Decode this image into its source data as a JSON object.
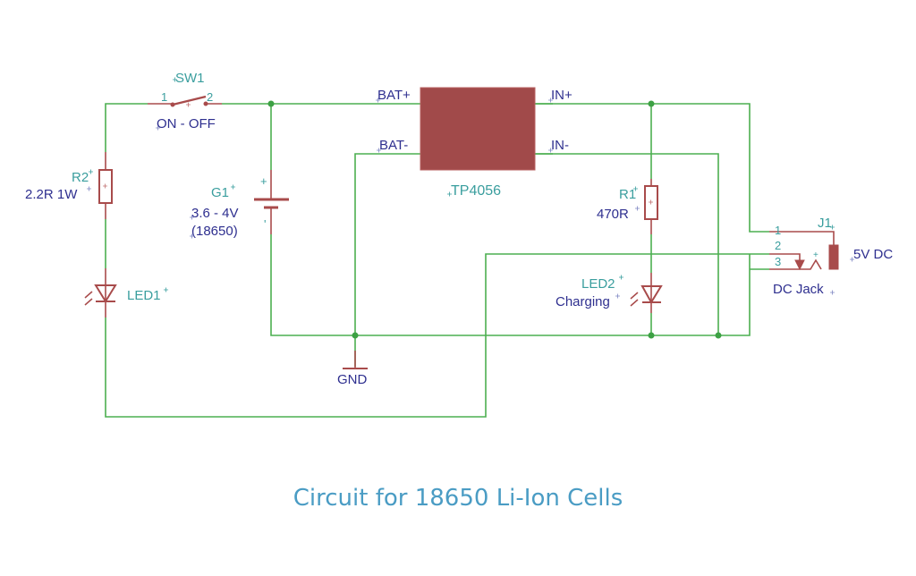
{
  "caption": "Circuit for 18650 Li-Ion Cells",
  "colors": {
    "wire": "#4caf50",
    "component": "#a84b4b",
    "junction": "#3da144",
    "name_label": "#3a9e9e",
    "value_label": "#2e2f8f",
    "caption": "#4a9cc4"
  },
  "components": {
    "sw1": {
      "name": "SW1",
      "value": "ON - OFF",
      "pin1": "1",
      "pin2": "2"
    },
    "r2": {
      "name": "R2",
      "value": "2.2R 1W"
    },
    "led1": {
      "name": "LED1"
    },
    "g1": {
      "name": "G1",
      "value_line1": "3.6 - 4V",
      "value_line2": "(18650)",
      "plus": "+",
      "minus": "'"
    },
    "tp4056": {
      "name": "TP4056",
      "pin_bat_plus": "BAT+",
      "pin_bat_minus": "BAT-",
      "pin_in_plus": "IN+",
      "pin_in_minus": "IN-"
    },
    "r1": {
      "name": "R1",
      "value": "470R"
    },
    "led2": {
      "name": "LED2",
      "value": "Charging"
    },
    "j1": {
      "name": "J1",
      "value": "5V DC",
      "type_label": "DC Jack",
      "pin1": "1",
      "pin2": "2",
      "pin3": "3",
      "plus": "+"
    },
    "gnd": {
      "name": "GND"
    }
  }
}
